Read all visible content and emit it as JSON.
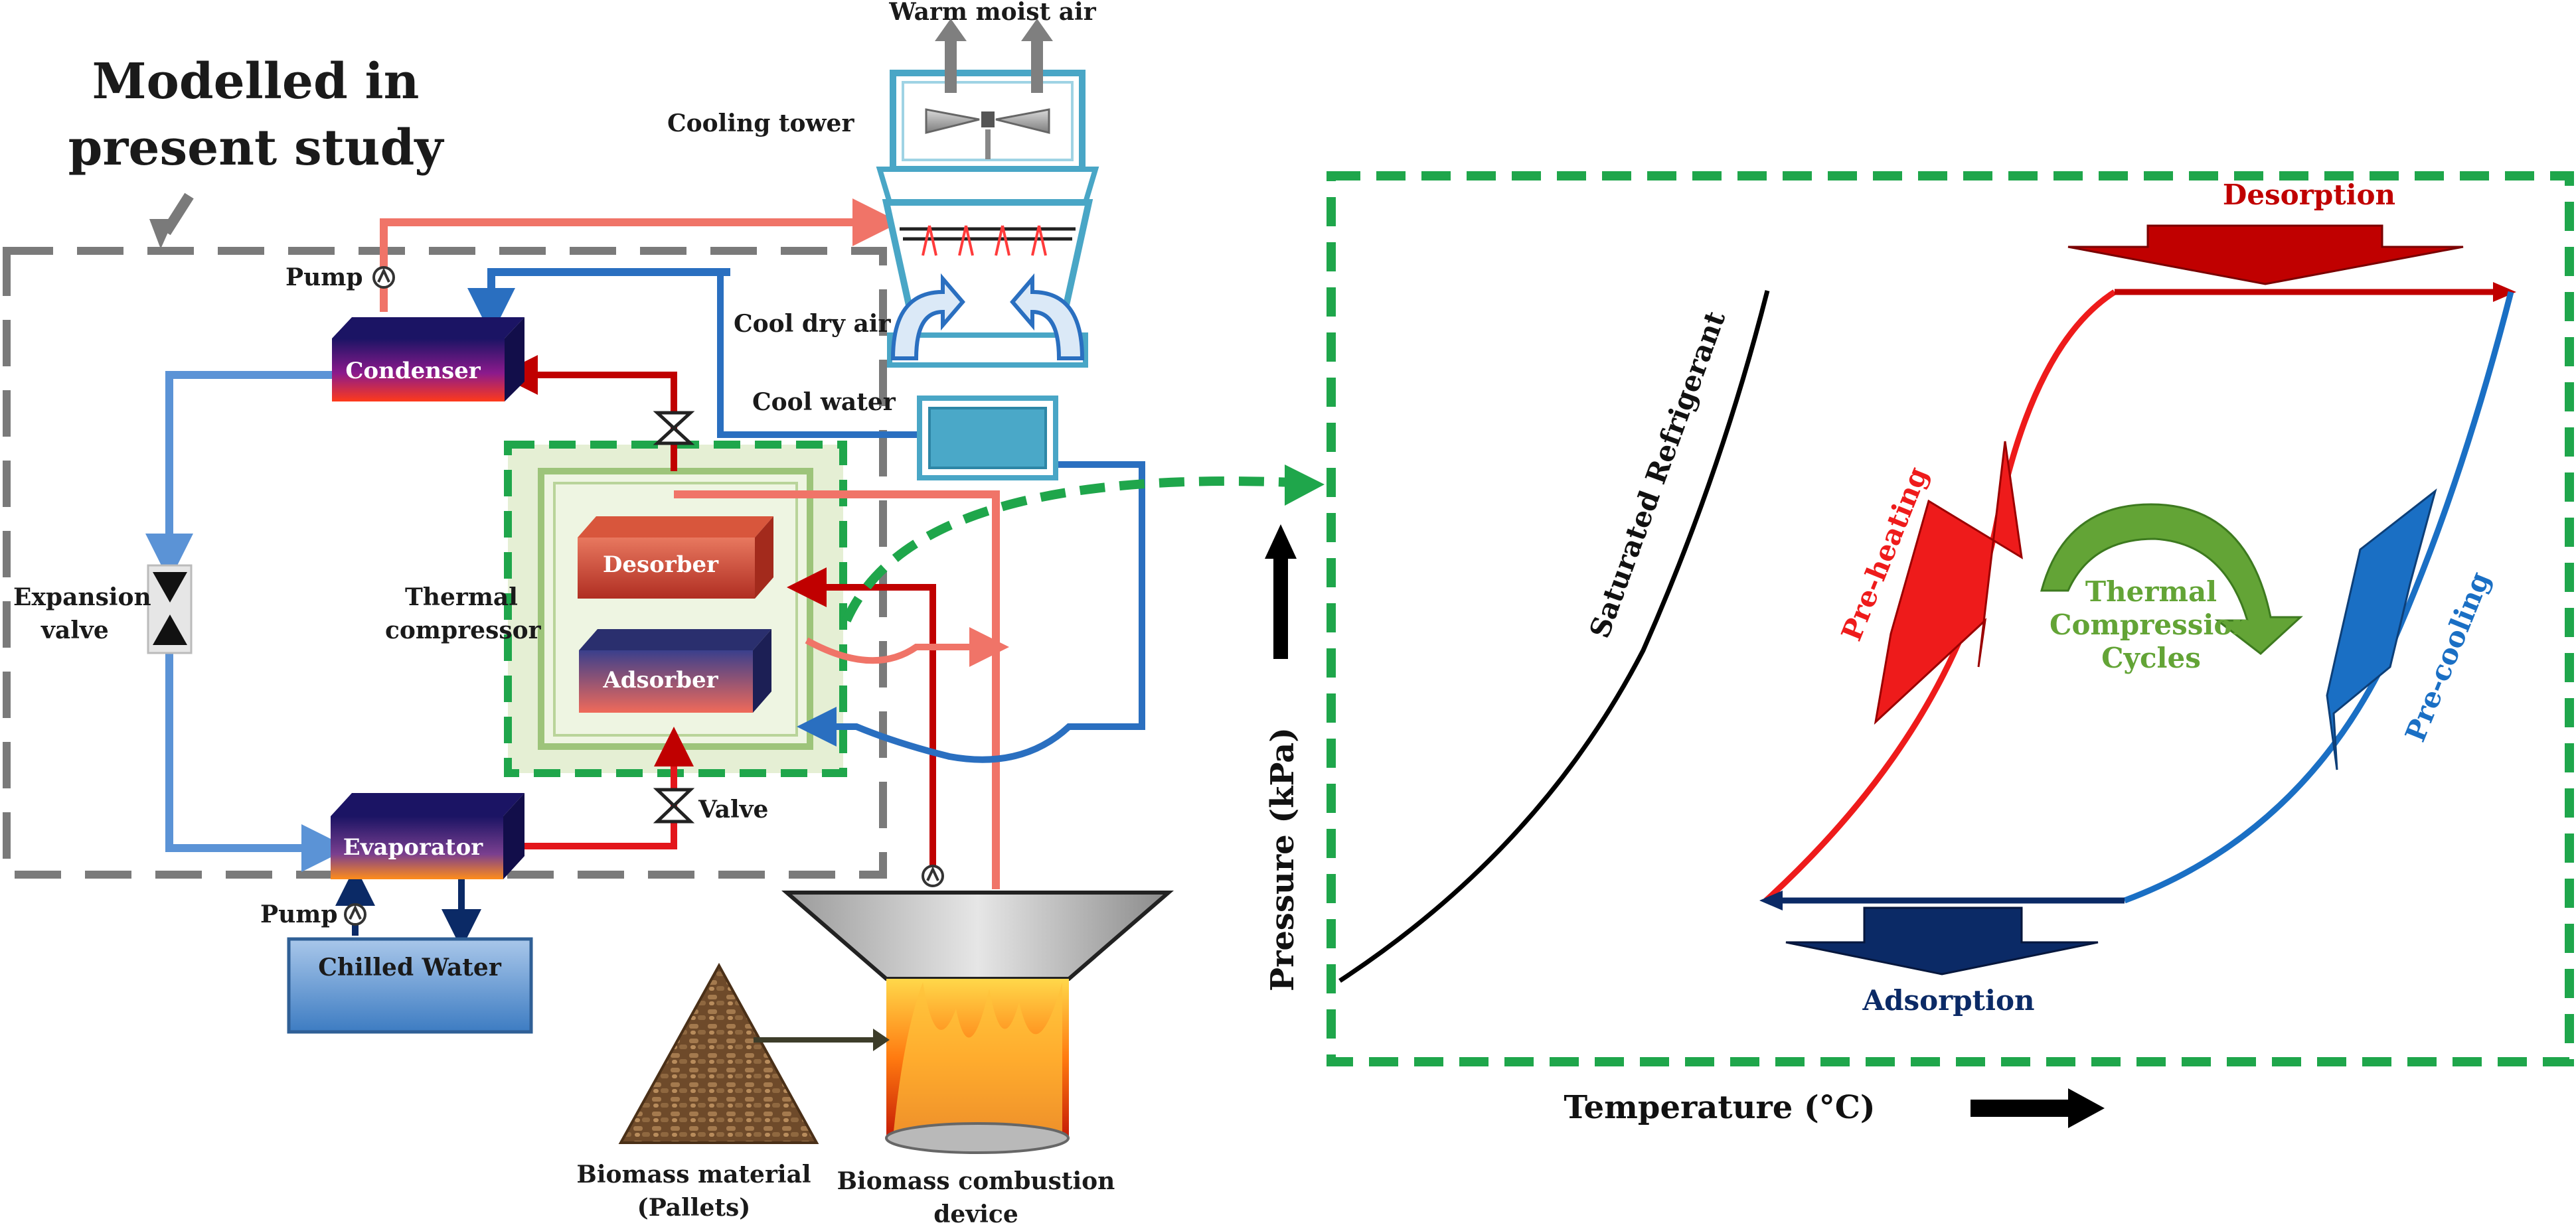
{
  "colors": {
    "hot_pipe": "#f07468",
    "cold_pipe": "#2a6fc0",
    "desorb_red": "#c00000",
    "adsorb_navy": "#0b2a66",
    "precool_blue": "#1a6fc4",
    "preheat_red": "#ee1b1b",
    "cycle_green": "#63a436",
    "dash_grey": "#7a7a7a",
    "dash_green": "#1fa64b"
  },
  "left": {
    "modelled_title": [
      "Modelled in",
      "present study"
    ],
    "warm_air": "Warm moist air",
    "cooling_tower": "Cooling tower",
    "cool_dry_air": "Cool dry air",
    "cool_water": "Cool water",
    "pump_top": "Pump",
    "pump_bottom": "Pump",
    "condenser": "Condenser",
    "evaporator": "Evaporator",
    "desorber": "Desorber",
    "adsorber": "Adsorber",
    "thermal_compressor": [
      "Thermal",
      "compressor"
    ],
    "expansion_valve": [
      "Expansion",
      "valve"
    ],
    "valve": "Valve",
    "chilled_water": "Chilled Water",
    "biomass_material": [
      "Biomass material",
      "(Pallets)"
    ],
    "biomass_device": [
      "Biomass combustion",
      "device"
    ]
  },
  "chart": {
    "xlabel": "Temperature (°C)",
    "ylabel": "Pressure (kPa)",
    "saturated": "Saturated Refrigerant",
    "desorption": "Desorption",
    "adsorption": "Adsorption",
    "preheating": "Pre-heating",
    "precooling": "Pre-cooling",
    "cycle": [
      "Thermal",
      "Compression",
      "Cycles"
    ]
  }
}
